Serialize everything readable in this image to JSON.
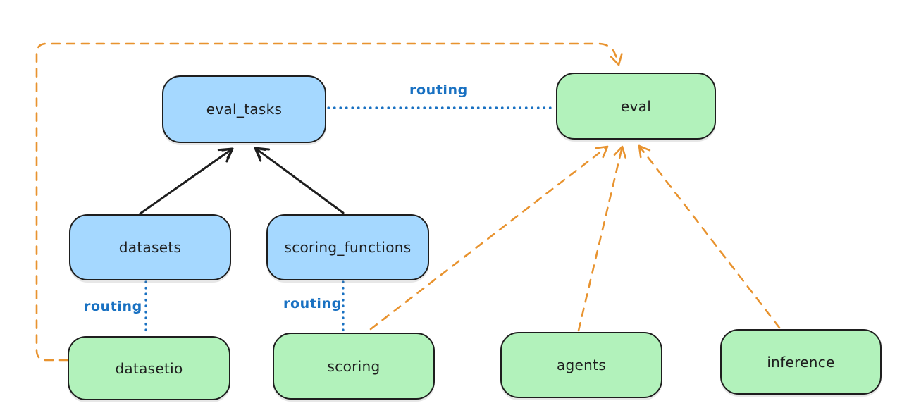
{
  "diagram": {
    "colors": {
      "node_blue_fill": "#a5d8ff",
      "node_green_fill": "#b2f2bb",
      "node_border": "#1e1e1e",
      "routing_blue": "#1971c2",
      "arrow_black": "#1e1e1e",
      "arrow_orange": "#e8932f",
      "canvas_bg": "#ffffff"
    },
    "nodes": [
      {
        "id": "eval_tasks",
        "label": "eval_tasks",
        "color": "blue"
      },
      {
        "id": "eval",
        "label": "eval",
        "color": "green"
      },
      {
        "id": "datasets",
        "label": "datasets",
        "color": "blue"
      },
      {
        "id": "scoring_functions",
        "label": "scoring_functions",
        "color": "blue"
      },
      {
        "id": "datasetio",
        "label": "datasetio",
        "color": "green"
      },
      {
        "id": "scoring",
        "label": "scoring",
        "color": "green"
      },
      {
        "id": "agents",
        "label": "agents",
        "color": "green"
      },
      {
        "id": "inference",
        "label": "inference",
        "color": "green"
      }
    ],
    "edges": [
      {
        "from": "datasets",
        "to": "eval_tasks",
        "style": "solid-black-arrow",
        "label": ""
      },
      {
        "from": "scoring_functions",
        "to": "eval_tasks",
        "style": "solid-black-arrow",
        "label": ""
      },
      {
        "from": "eval_tasks",
        "to": "eval",
        "style": "dotted-blue",
        "label": "routing"
      },
      {
        "from": "datasets",
        "to": "datasetio",
        "style": "dotted-blue",
        "label": "routing"
      },
      {
        "from": "scoring_functions",
        "to": "scoring",
        "style": "dotted-blue",
        "label": "routing"
      },
      {
        "from": "datasetio",
        "to": "eval",
        "style": "dashed-orange-arrow",
        "label": ""
      },
      {
        "from": "scoring",
        "to": "eval",
        "style": "dashed-orange-arrow",
        "label": ""
      },
      {
        "from": "agents",
        "to": "eval",
        "style": "dashed-orange-arrow",
        "label": ""
      },
      {
        "from": "inference",
        "to": "eval",
        "style": "dashed-orange-arrow",
        "label": ""
      }
    ]
  }
}
